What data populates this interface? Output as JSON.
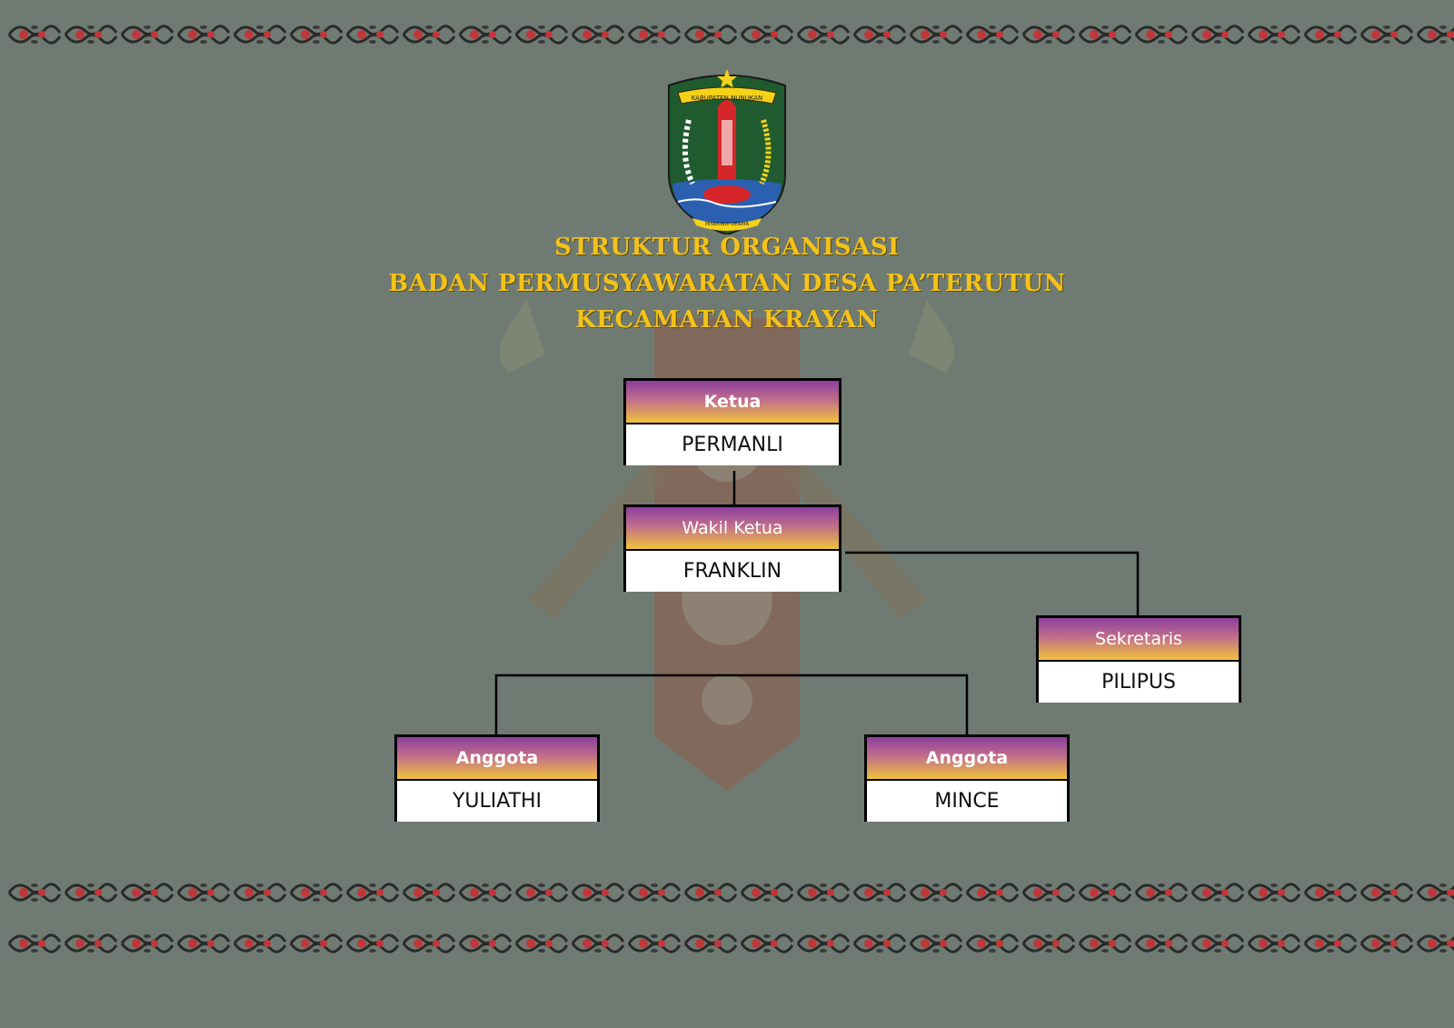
{
  "logo": {
    "banner_top": "KABUPATEN NUNUKAN",
    "banner_bottom": "PENEKINDI DEBAYA"
  },
  "title": {
    "line1": "STRUKTUR ORGANISASI",
    "line2": "BADAN PERMUSYAWARATAN DESA PA’TERUTUN",
    "line3": "KECAMATAN KRAYAN"
  },
  "nodes": {
    "ketua": {
      "role": "Ketua",
      "name": "PERMANLI"
    },
    "wakil": {
      "role": "Wakil Ketua",
      "name": "FRANKLIN"
    },
    "sekretaris": {
      "role": "Sekretaris",
      "name": "PILIPUS"
    },
    "anggota1": {
      "role": "Anggota",
      "name": "YULIATHI"
    },
    "anggota2": {
      "role": "Anggota",
      "name": "MINCE"
    }
  },
  "colors": {
    "background": "#6f7b72",
    "title": "#f4c21a",
    "header_top": "#8c3fa0",
    "header_bottom": "#f0c23c"
  }
}
